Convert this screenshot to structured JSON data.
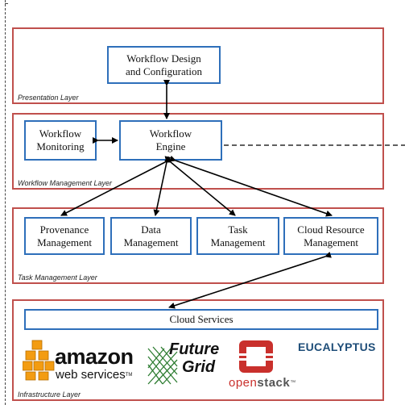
{
  "layers": {
    "presentation": {
      "label": "Presentation Layer"
    },
    "workflow_management": {
      "label": "Workflow Management Layer"
    },
    "task_management": {
      "label": "Task Management Layer"
    },
    "infrastructure": {
      "label": "Infrastructure Layer"
    }
  },
  "boxes": {
    "workflow_design": {
      "line1": "Workflow Design",
      "line2": "and Configuration"
    },
    "workflow_monitoring": {
      "line1": "Workflow",
      "line2": "Monitoring"
    },
    "workflow_engine": {
      "line1": "Workflow",
      "line2": "Engine"
    },
    "provenance": {
      "line1": "Provenance",
      "line2": "Management"
    },
    "data": {
      "line1": "Data",
      "line2": "Management"
    },
    "task": {
      "line1": "Task",
      "line2": "Management"
    },
    "cloud_resource": {
      "line1": "Cloud Resource",
      "line2": "Management"
    },
    "cloud_services": {
      "label": "Cloud Services"
    }
  },
  "logos": {
    "amazon": {
      "main": "amazon",
      "sub": "web services",
      "tm": "TM"
    },
    "futuregrid": {
      "line1": "Future",
      "line2": "Grid"
    },
    "openstack": {
      "part1": "open",
      "part2": "stack",
      "tm": "™"
    },
    "eucalyptus": {
      "label": "EUCALYPTUS"
    }
  },
  "colors": {
    "layer_border": "#c0504d",
    "box_border": "#2e6fba",
    "amazon_orange": "#f39c12",
    "openstack_red": "#c9302c",
    "futuregrid_green": "#2e7d32"
  }
}
